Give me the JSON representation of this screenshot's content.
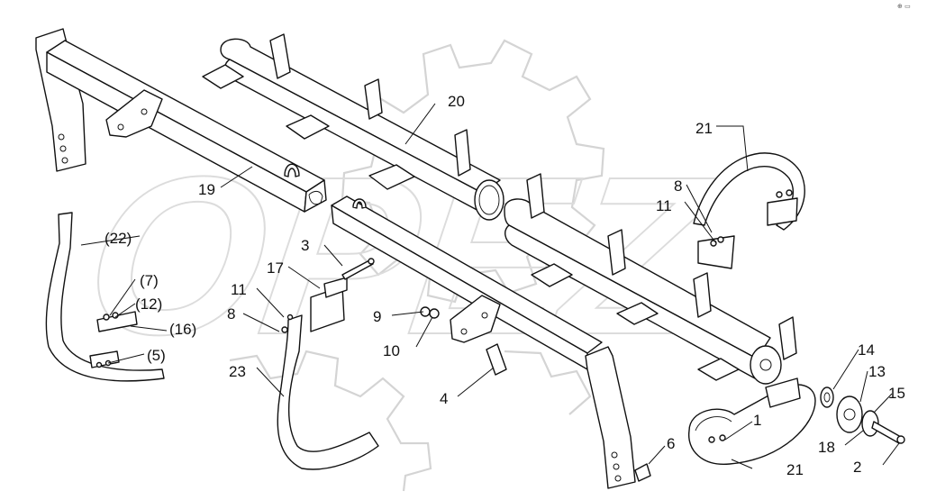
{
  "diagram": {
    "watermark_text": "OPEZ",
    "corner_code": "⊕ ▭",
    "callouts": [
      {
        "id": "c1",
        "text": "1"
      },
      {
        "id": "c2",
        "text": "2"
      },
      {
        "id": "c3",
        "text": "3"
      },
      {
        "id": "c4",
        "text": "4"
      },
      {
        "id": "c5",
        "text": "(5)"
      },
      {
        "id": "c6",
        "text": "6"
      },
      {
        "id": "c7",
        "text": "(7)"
      },
      {
        "id": "c8a",
        "text": "8"
      },
      {
        "id": "c8b",
        "text": "8"
      },
      {
        "id": "c9",
        "text": "9"
      },
      {
        "id": "c10",
        "text": "10"
      },
      {
        "id": "c11a",
        "text": "11"
      },
      {
        "id": "c11b",
        "text": "11"
      },
      {
        "id": "c12",
        "text": "(12)"
      },
      {
        "id": "c13",
        "text": "13"
      },
      {
        "id": "c14",
        "text": "14"
      },
      {
        "id": "c15",
        "text": "15"
      },
      {
        "id": "c16",
        "text": "(16)"
      },
      {
        "id": "c17",
        "text": "17"
      },
      {
        "id": "c18",
        "text": "18"
      },
      {
        "id": "c19",
        "text": "19"
      },
      {
        "id": "c20",
        "text": "20"
      },
      {
        "id": "c21a",
        "text": "21"
      },
      {
        "id": "c21b",
        "text": "21"
      },
      {
        "id": "c22",
        "text": "(22)"
      },
      {
        "id": "c23",
        "text": "23"
      }
    ]
  }
}
